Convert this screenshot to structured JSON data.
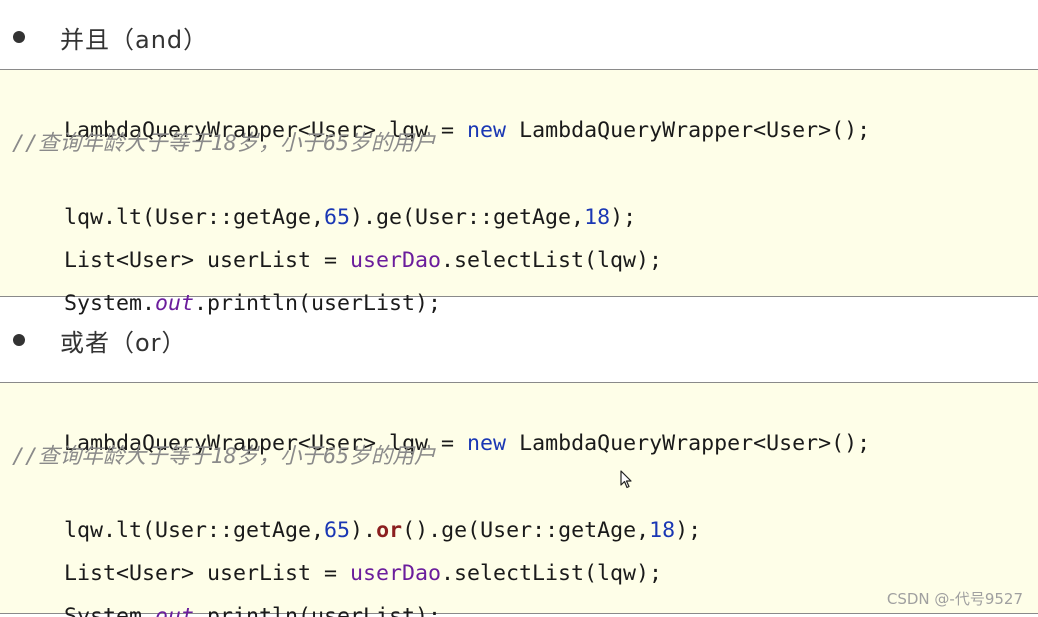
{
  "sections": [
    {
      "heading": "并且（and）",
      "code": {
        "line1": {
          "a": "LambdaQueryWrapper<User> lqw = ",
          "kw": "new",
          "b": " LambdaQueryWrapper<User>();"
        },
        "comment": "//查询年龄大于等于18岁，小于65岁的用户",
        "line3": {
          "a": "lqw.lt(User::getAge,",
          "n1": "65",
          "b": ").ge(User::getAge,",
          "n2": "18",
          "c": ");"
        },
        "line4": {
          "a": "List<User> userList = ",
          "field": "userDao",
          "b": ".selectList(lqw);"
        },
        "line5": {
          "a": "System.",
          "static": "out",
          "b": ".println(userList);"
        }
      }
    },
    {
      "heading": "或者（or）",
      "code": {
        "line1": {
          "a": "LambdaQueryWrapper<User> lqw = ",
          "kw": "new",
          "b": " LambdaQueryWrapper<User>();"
        },
        "comment": "//查询年龄大于等于18岁，小于65岁的用户",
        "line3": {
          "a": "lqw.lt(User::getAge,",
          "n1": "65",
          "b": ").",
          "or": "or",
          "c": "().ge(User::getAge,",
          "n2": "18",
          "d": ");"
        },
        "line4": {
          "a": "List<User> userList = ",
          "field": "userDao",
          "b": ".selectList(lqw);"
        },
        "line5": {
          "a": "System.",
          "static": "out",
          "b": ".println(userList);"
        }
      }
    }
  ],
  "watermark": "CSDN @-代号9527",
  "icons": {
    "bullet": "bullet-dot-icon",
    "cursor": "mouse-pointer-icon"
  },
  "colors": {
    "code_background": "#fefee8",
    "keyword": "#1a37b4",
    "field": "#6b1d9c",
    "or_method": "#8b1f1f",
    "comment": "#8a8a8a"
  }
}
